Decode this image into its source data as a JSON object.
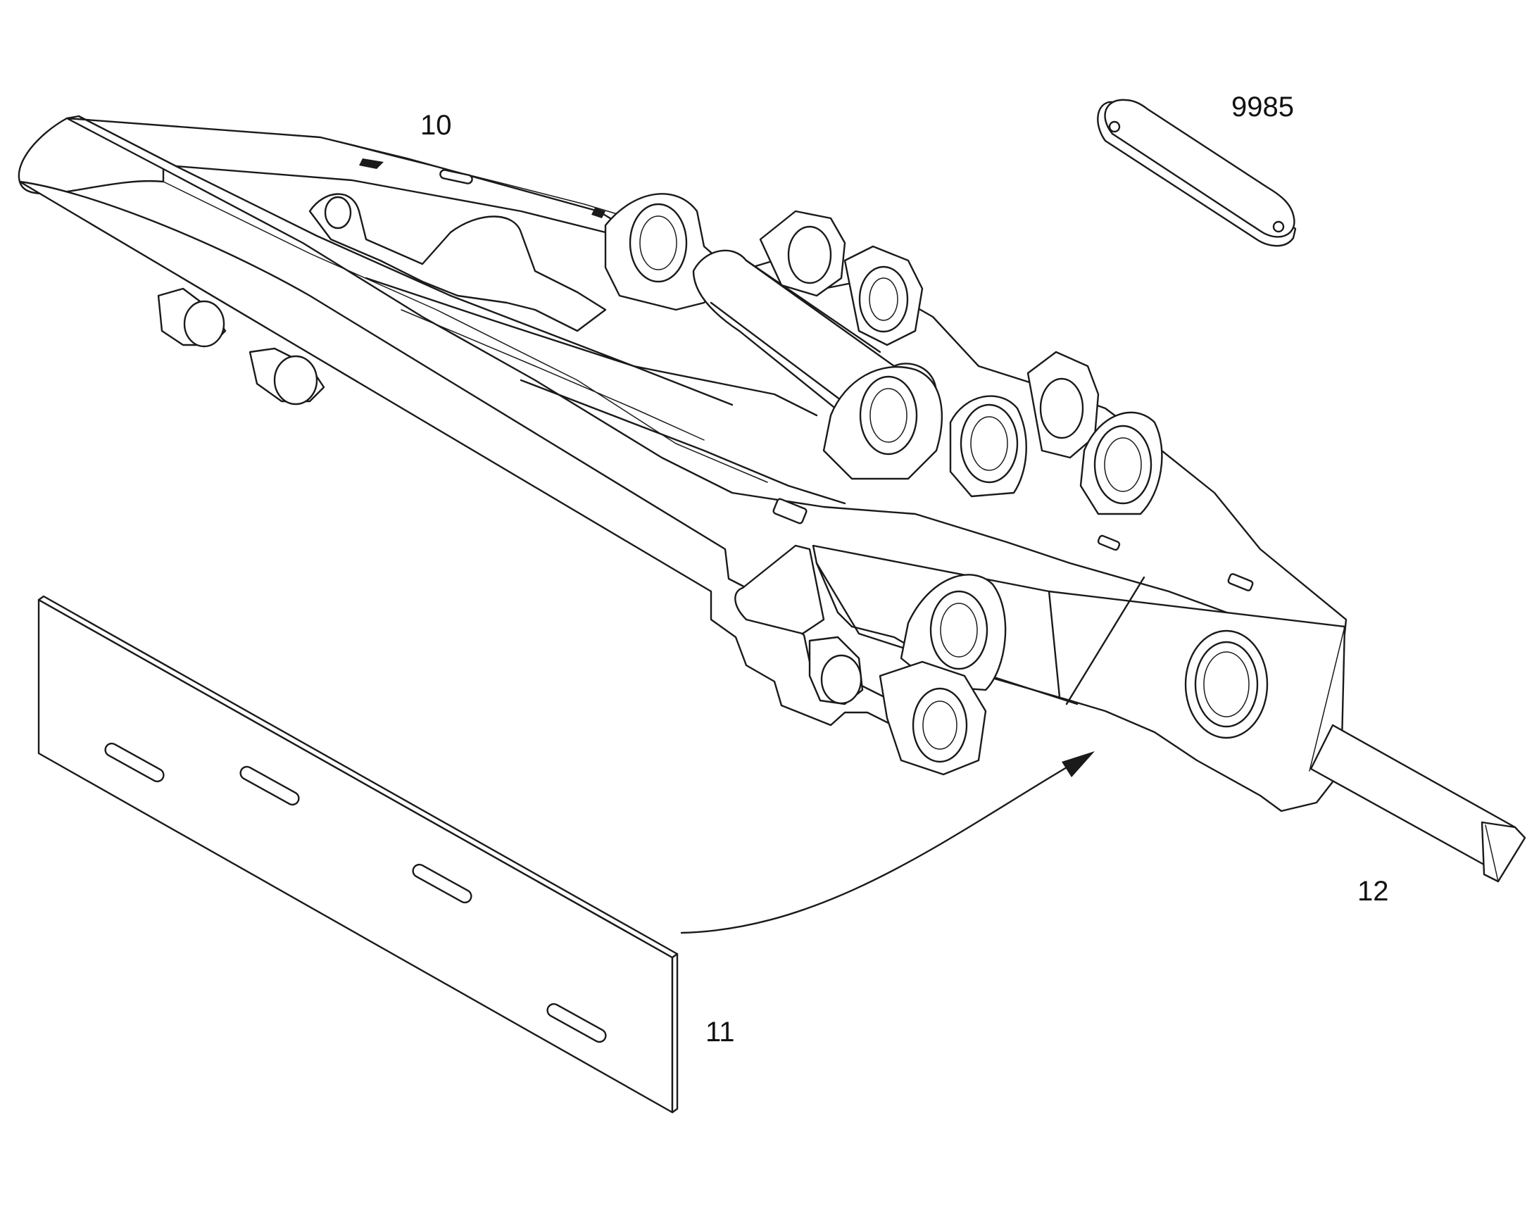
{
  "callouts": {
    "part_10": "10",
    "part_9985": "9985",
    "part_11": "11",
    "part_12": "12"
  },
  "colors": {
    "line": "#1a1a1a",
    "background": "#ffffff"
  }
}
